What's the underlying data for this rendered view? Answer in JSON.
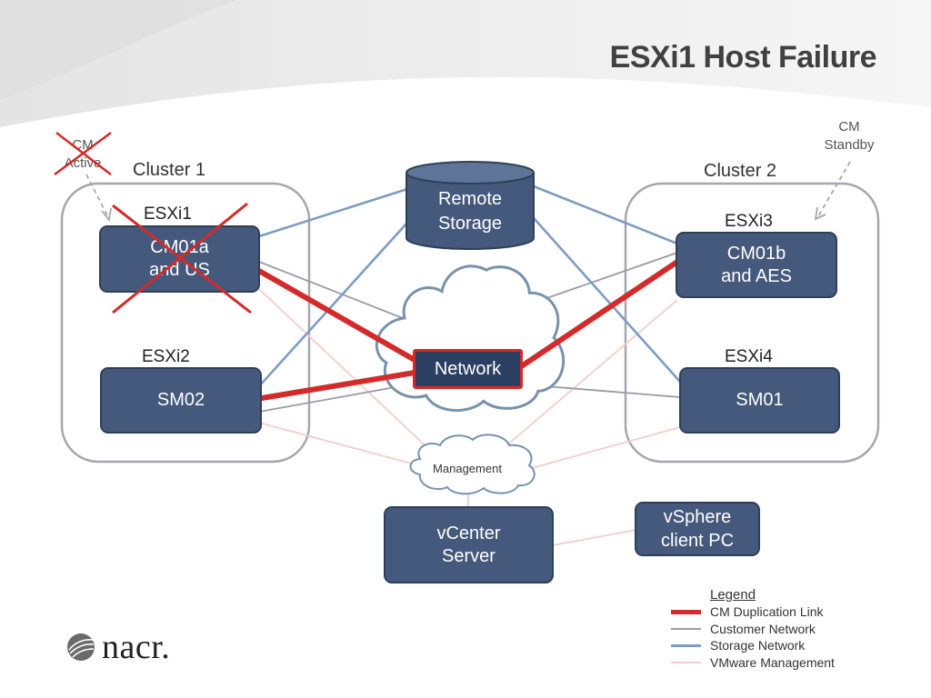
{
  "title": "ESXi1 Host Failure",
  "clusters": [
    {
      "label": "Cluster 1"
    },
    {
      "label": "Cluster 2"
    }
  ],
  "annotations": {
    "cm_active": "CM\nActive",
    "cm_standby": "CM\nStandby"
  },
  "hosts": {
    "esxi1": {
      "label": "ESXi1",
      "node": "CM01a\nand  US",
      "status": "failed"
    },
    "esxi2": {
      "label": "ESXi2",
      "node": "SM02"
    },
    "esxi3": {
      "label": "ESXi3",
      "node": "CM01b\nand AES"
    },
    "esxi4": {
      "label": "ESXi4",
      "node": "SM01"
    }
  },
  "remote_storage": "Remote\nStorage",
  "network": "Network",
  "management": "Management",
  "vcenter": "vCenter\nServer",
  "vsphere": "vSphere\nclient PC",
  "legend": {
    "title": "Legend",
    "items": [
      {
        "label": "CM Duplication Link",
        "color": "#d42a2a",
        "weight": "thick"
      },
      {
        "label": "Customer Network",
        "color": "#9a9aa6",
        "weight": "thin"
      },
      {
        "label": "Storage Network",
        "color": "#7d9cc4",
        "weight": "medium"
      },
      {
        "label": "VMware Management",
        "color": "#f3cdc7",
        "weight": "thin"
      }
    ]
  },
  "logo": {
    "text": "nacr."
  },
  "colors": {
    "node_fill": "#44597c",
    "duplication": "#d42a2a",
    "customer": "#9a9aa6",
    "storage": "#7d9cc4",
    "vmware": "#f3cdc7",
    "failure_x": "#d42a2a"
  }
}
